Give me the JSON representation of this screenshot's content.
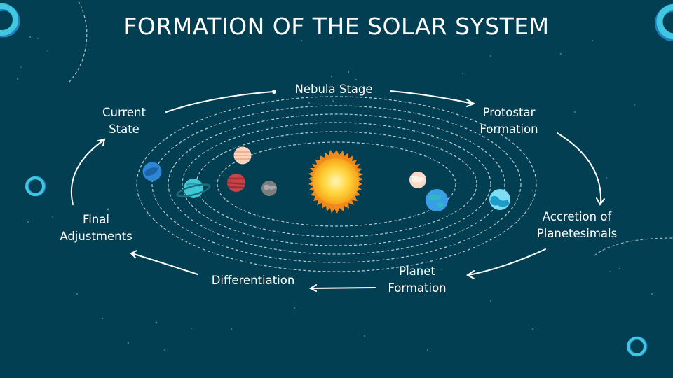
{
  "title": "FORMATION OF THE SOLAR SYSTEM",
  "colors": {
    "background": "#033f52",
    "text": "#ffffff",
    "orbit": "#d8e3e6",
    "accent_ring": "#3fc7df",
    "accent_ring_dark": "#1f7fbf",
    "sun_core": "#fff2a0",
    "sun_edge": "#f7a21b"
  },
  "stages": [
    {
      "id": "nebula",
      "label": "Nebula Stage"
    },
    {
      "id": "protostar",
      "label_line1": "Protostar",
      "label_line2": "Formation"
    },
    {
      "id": "accretion",
      "label_line1": "Accretion of",
      "label_line2": "Planetesimals"
    },
    {
      "id": "planet-formation",
      "label_line1": "Planet",
      "label_line2": "Formation"
    },
    {
      "id": "differentiation",
      "label": "Differentiation"
    },
    {
      "id": "final",
      "label_line1": "Final",
      "label_line2": "Adjustments"
    },
    {
      "id": "current",
      "label_line1": "Current",
      "label_line2": "State"
    }
  ],
  "cycle_order": [
    "Nebula Stage",
    "Protostar Formation",
    "Accretion of Planetesimals",
    "Planet Formation",
    "Differentiation",
    "Final Adjustments",
    "Current State"
  ],
  "solar_system": {
    "center": "sun-icon",
    "planets": [
      "mercury-icon",
      "venus-icon",
      "earth-icon",
      "mars-icon",
      "jupiter-icon",
      "saturn-icon",
      "uranus-icon",
      "neptune-icon"
    ]
  }
}
